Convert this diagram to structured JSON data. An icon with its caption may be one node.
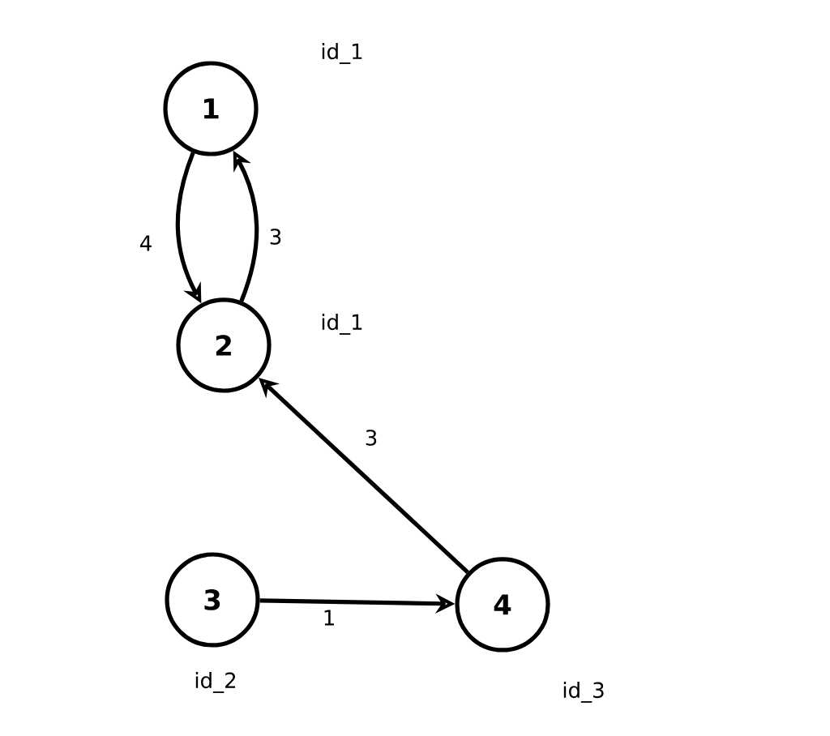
{
  "diagram": {
    "nodes": [
      {
        "text": [
          "1"
        ],
        "beside": [
          "id_1"
        ]
      },
      {
        "text": [
          "2"
        ],
        "beside": [
          "id_1"
        ]
      },
      {
        "text": [
          "3"
        ],
        "beside": [
          "id_2"
        ]
      },
      {
        "text": [
          "4"
        ],
        "beside": [
          "id_3"
        ]
      }
    ],
    "edges": [
      {
        "from": 0,
        "to": 1,
        "arrow": "to",
        "label": "4"
      },
      {
        "from": 1,
        "to": 0,
        "arrow": "to",
        "label": "3"
      },
      {
        "from": 3,
        "to": 1,
        "arrow": "to",
        "label": "3"
      },
      {
        "from": 2,
        "to": 3,
        "arrow": "to",
        "label": "1"
      }
    ]
  }
}
